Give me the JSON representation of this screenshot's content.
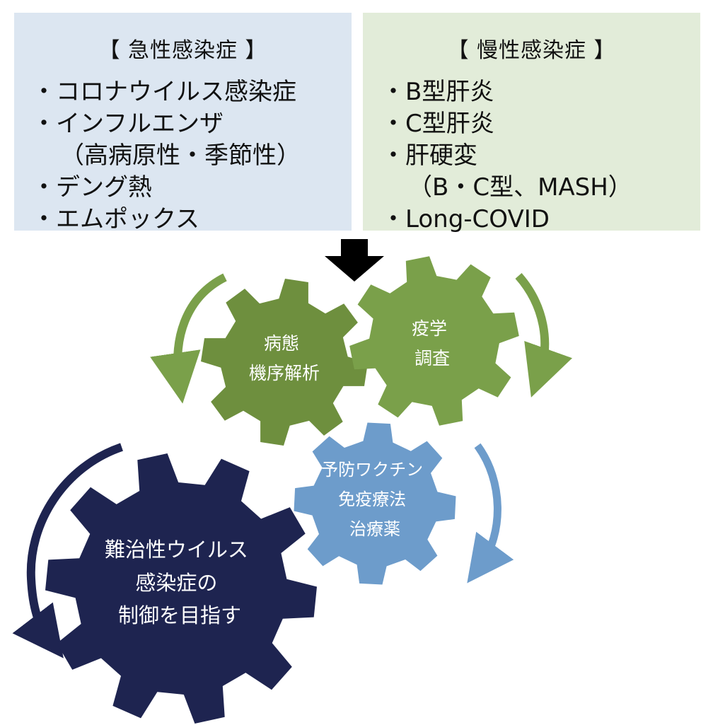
{
  "acute": {
    "title": "【 急性感染症 】",
    "items": [
      {
        "text": "・コロナウイルス感染症",
        "sub": false
      },
      {
        "text": "・インフルエンザ",
        "sub": false
      },
      {
        "text": "（高病原性・季節性）",
        "sub": true
      },
      {
        "text": "・デング熱",
        "sub": false
      },
      {
        "text": "・エムポックス",
        "sub": false
      }
    ]
  },
  "chronic": {
    "title": "【 慢性感染症 】",
    "items": [
      {
        "text": "・B型肝炎",
        "sub": false
      },
      {
        "text": "・C型肝炎",
        "sub": false
      },
      {
        "text": "・肝硬変",
        "sub": false
      },
      {
        "text": "（B・C型、MASH）",
        "sub": true
      },
      {
        "text": "・Long-COVID",
        "sub": false
      }
    ]
  },
  "gears": {
    "pathology": {
      "lines": [
        "病態",
        "機序解析"
      ],
      "color": "#6e8f3e"
    },
    "epidemiology": {
      "lines": [
        "疫学",
        "調査"
      ],
      "color": "#7aa04a"
    },
    "prevention": {
      "lines": [
        "予防ワクチン",
        "免疫療法",
        "治療薬"
      ],
      "color": "#6d9ccb"
    },
    "goal": {
      "lines": [
        "難治性ウイルス",
        "感染症の",
        "制御を目指す"
      ],
      "color": "#1e2450"
    }
  },
  "colors": {
    "acute_box": "#dce6f1",
    "chronic_box": "#e2ecd9",
    "green_arrow": "#7aa04a",
    "blue_arrow": "#6d9ccb",
    "navy_arrow": "#1e2450"
  }
}
